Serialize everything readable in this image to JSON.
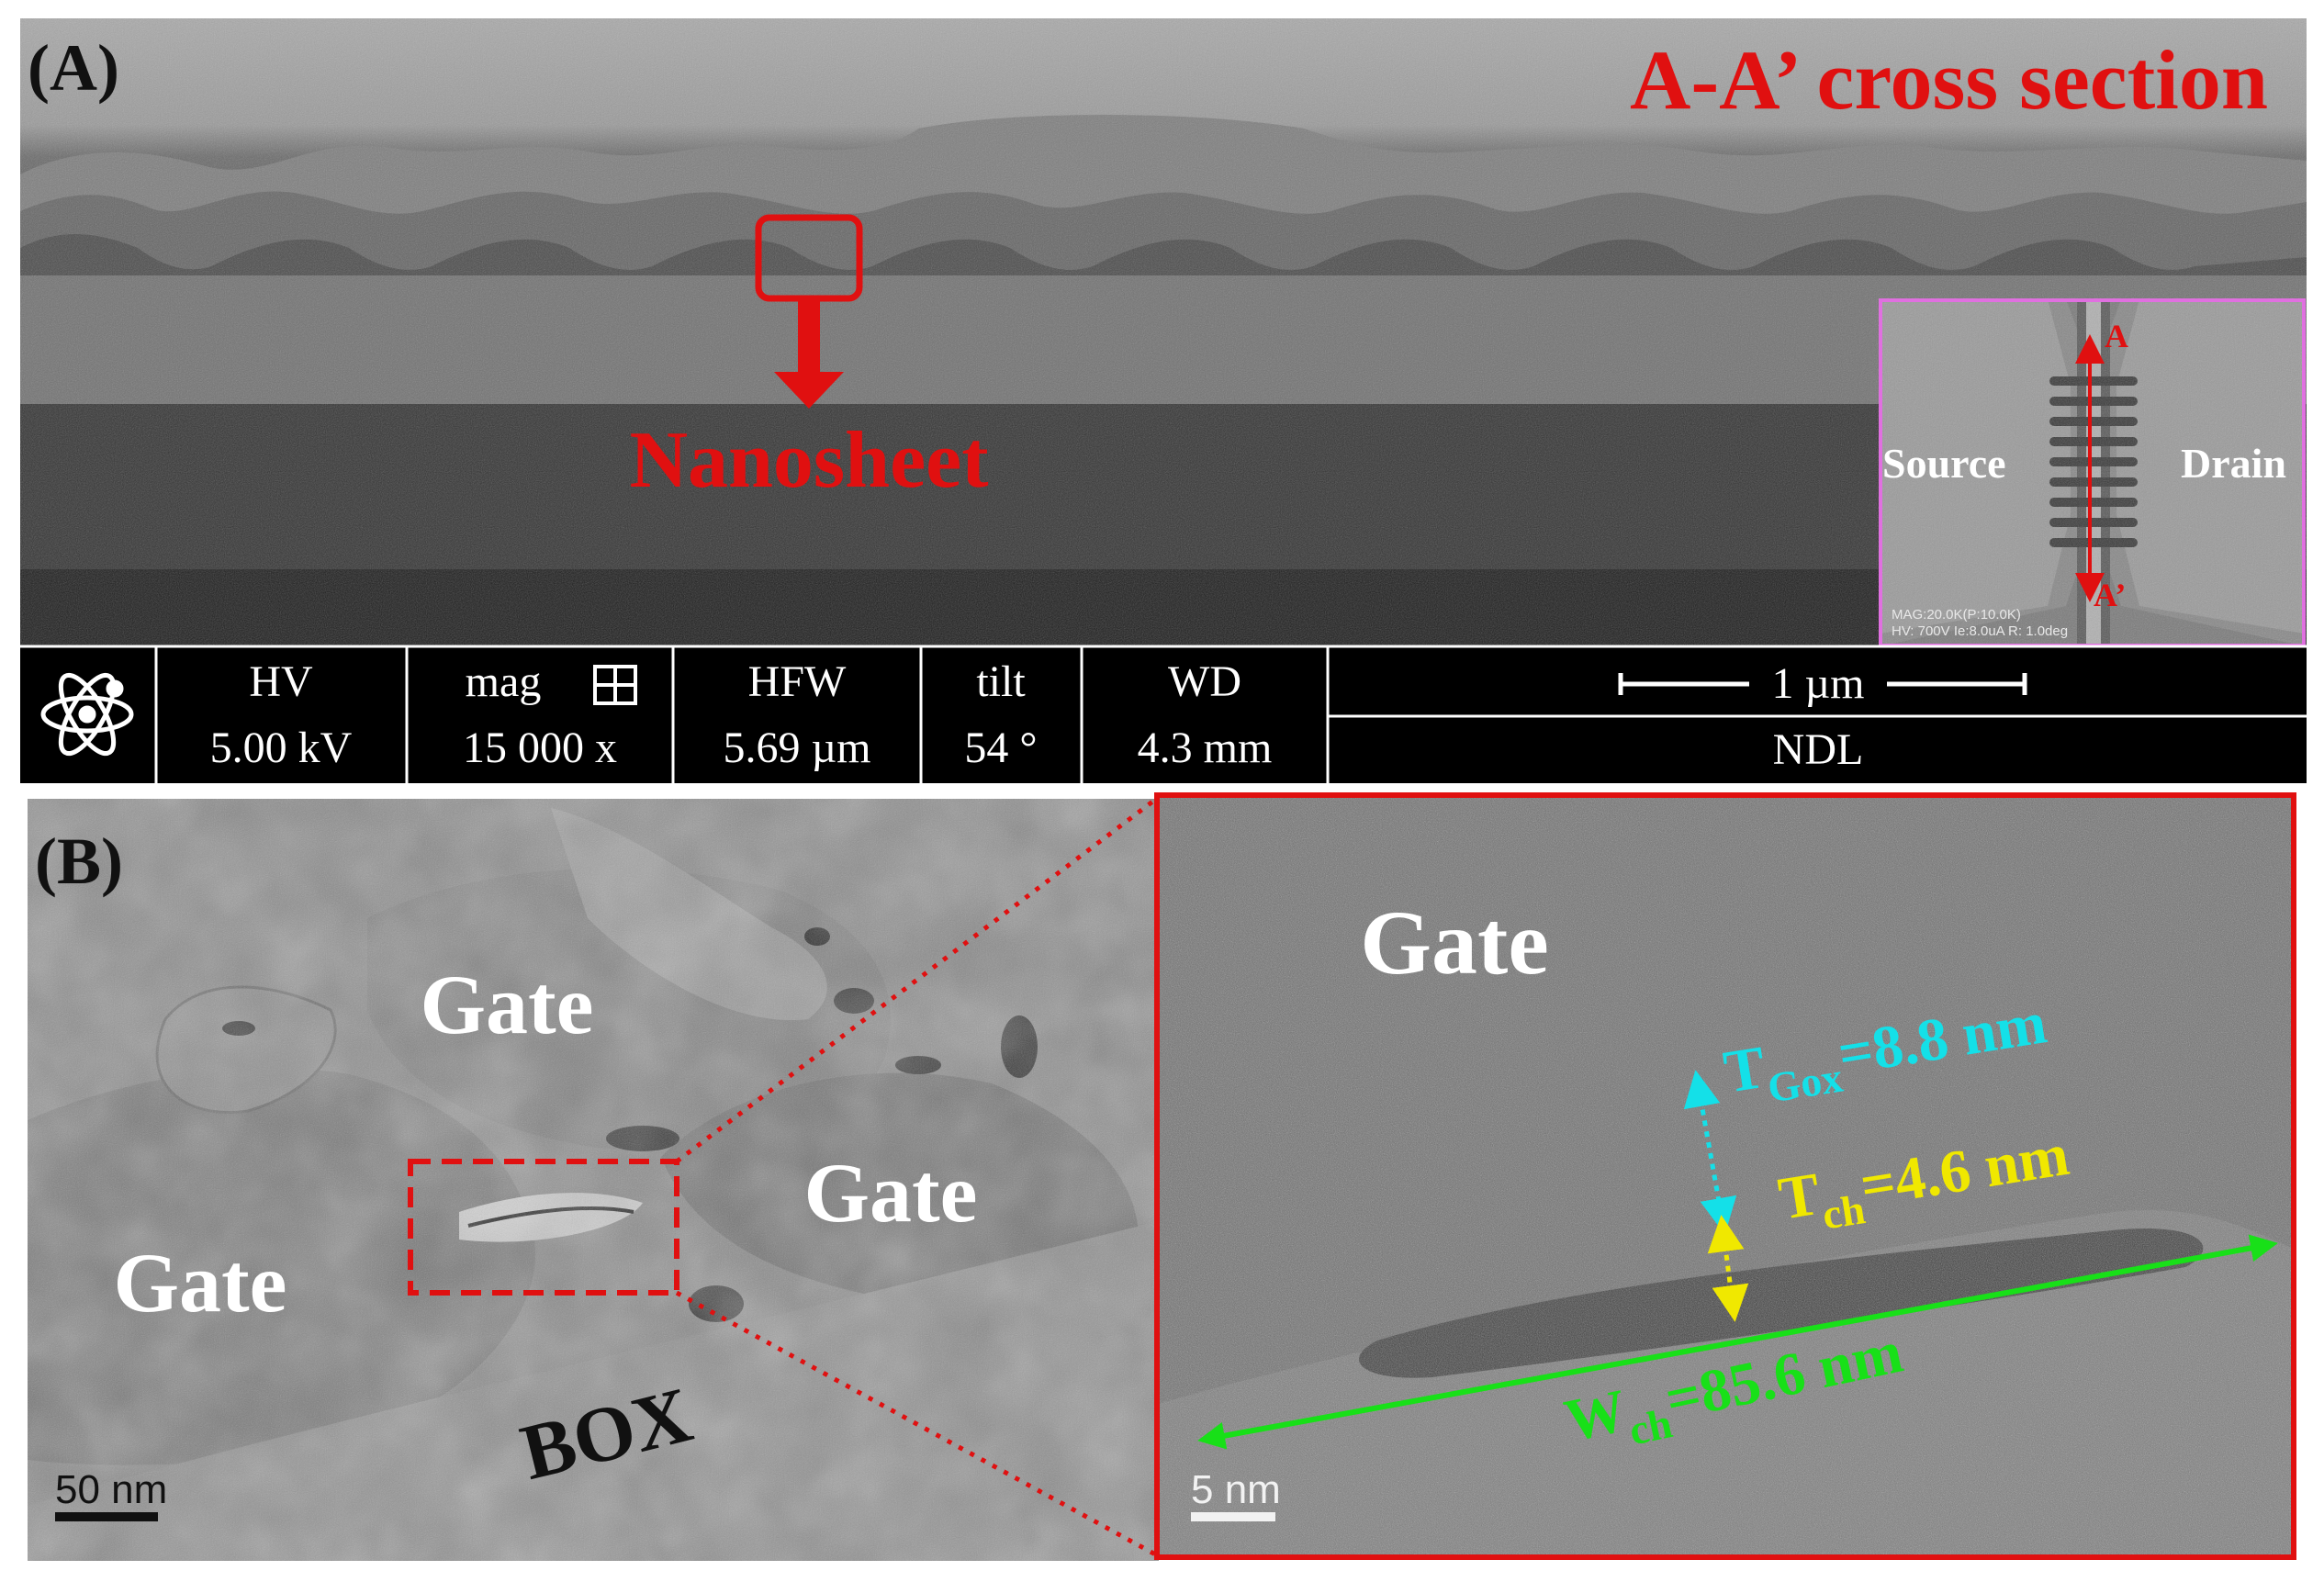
{
  "panel_a": {
    "label": "(A)",
    "title": "A-A’ cross section",
    "nanosheet_label": "Nanosheet",
    "inset": {
      "source": "Source",
      "drain": "Drain",
      "a_top": "A",
      "a_bottom": "A’",
      "meta_line1": "MAG:20.0K(P:10.0K)",
      "meta_line2": "HV: 700V  Ie:8.0uA  R:  1.0deg"
    },
    "info_bar": {
      "columns": [
        {
          "key": "HV",
          "value": "5.00 kV"
        },
        {
          "key": "mag",
          "value": "15 000 x"
        },
        {
          "key": "HFW",
          "value": "5.69 µm"
        },
        {
          "key": "tilt",
          "value": "54 °"
        },
        {
          "key": "WD",
          "value": "4.3 mm"
        }
      ],
      "scale": "1 µm",
      "lab": "NDL",
      "logo_icon": "atom-icon",
      "mag_icon": "grid-icon"
    }
  },
  "panel_b": {
    "label": "(B)",
    "gate_labels": [
      "Gate",
      "Gate",
      "Gate"
    ],
    "box_label": "BOX",
    "scale_left": "50  nm",
    "zoom": {
      "gate": "Gate",
      "tgox_main": "T",
      "tgox_sub": "Gox",
      "tgox_value": "=8.8 nm",
      "tch_main": "T",
      "tch_sub": "ch",
      "tch_value": "=4.6 nm",
      "wch_main": "W",
      "wch_sub": "ch",
      "wch_value": "=85.6 nm",
      "scale": "5  nm"
    }
  },
  "colors": {
    "annotation_red": "#e01010",
    "cyan": "#14e0e8",
    "yellow": "#f0e800",
    "green": "#18e018",
    "magenta": "#e070e0"
  }
}
